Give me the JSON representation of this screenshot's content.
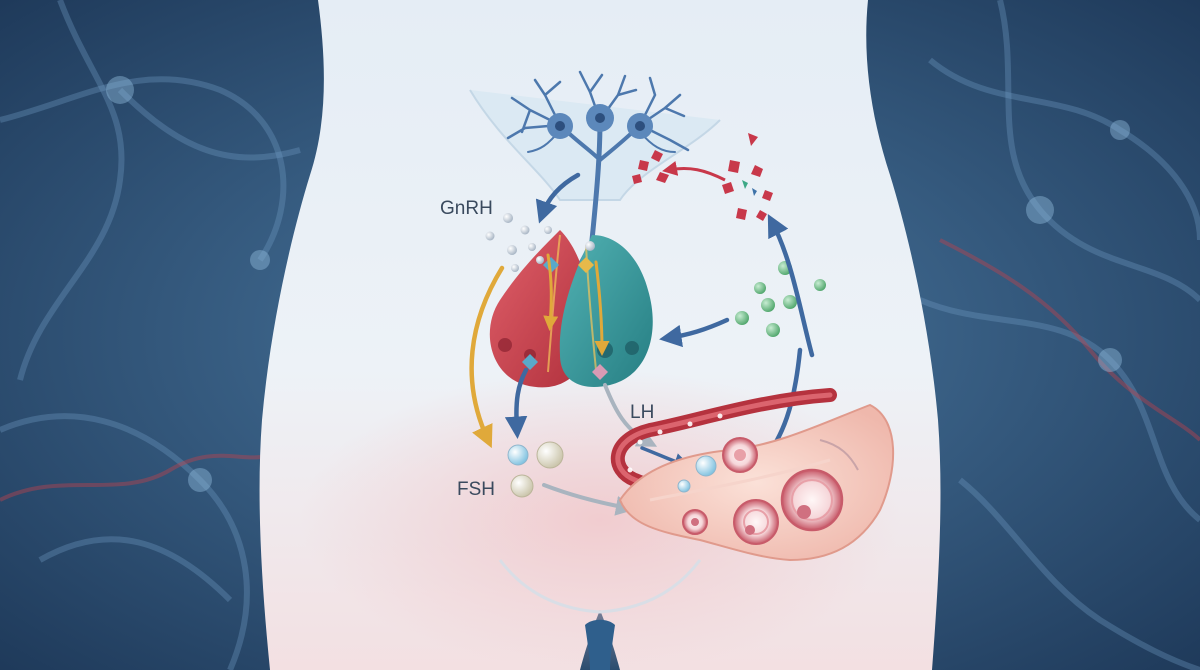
{
  "labels": {
    "gnrh": "GnRH",
    "lh": "LH",
    "fsh": "FSH"
  },
  "colors": {
    "background_dark": "#203d5f",
    "background_mid": "#3d6b93",
    "body_silhouette": "#e9f0f6",
    "neuron": "#4d78ad",
    "anterior_pituitary_red": "#c9414c",
    "anterior_pituitary_teal": "#2f8e91",
    "arrow_blue": "#3f69a0",
    "arrow_gold": "#e0a93a",
    "arrow_gray": "#a9b4bf",
    "hormone_green": "#62b77c",
    "estrogen_crystals": "#c8384a",
    "ovary": "#f2c3b8",
    "follicle": "#d8707d",
    "blood_vessel": "#b5323e"
  },
  "icons": [
    "neuron-icon",
    "pituitary-gland-icon",
    "ovary-icon",
    "follicle-icon",
    "blood-vessel-icon",
    "hormone-molecule-icon",
    "estrogen-crystal-icon"
  ]
}
